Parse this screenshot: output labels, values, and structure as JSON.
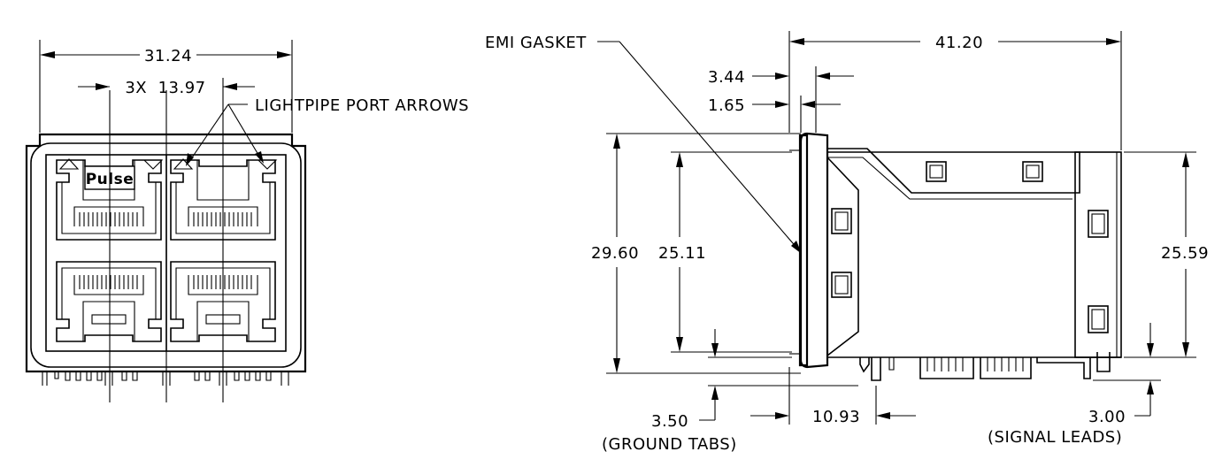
{
  "logo": {
    "text": "Pulse"
  },
  "front_view": {
    "overall_width": "31.24",
    "port_pitch": "3X  13.97",
    "lightpipe_label": "LIGHTPIPE PORT ARROWS"
  },
  "side_view": {
    "emi_gasket_label": "EMI GASKET",
    "overall_length": "41.20",
    "flange_thickness_outer": "3.44",
    "flange_thickness_inner": "1.65",
    "height_total": "29.60",
    "height_body": "25.11",
    "height_rear": "25.59",
    "ground_tab_length": "3.50",
    "ground_tab_label": "(GROUND TABS)",
    "lead_offset": "10.93",
    "signal_lead_length": "3.00",
    "signal_lead_label": "(SIGNAL LEADS)"
  }
}
